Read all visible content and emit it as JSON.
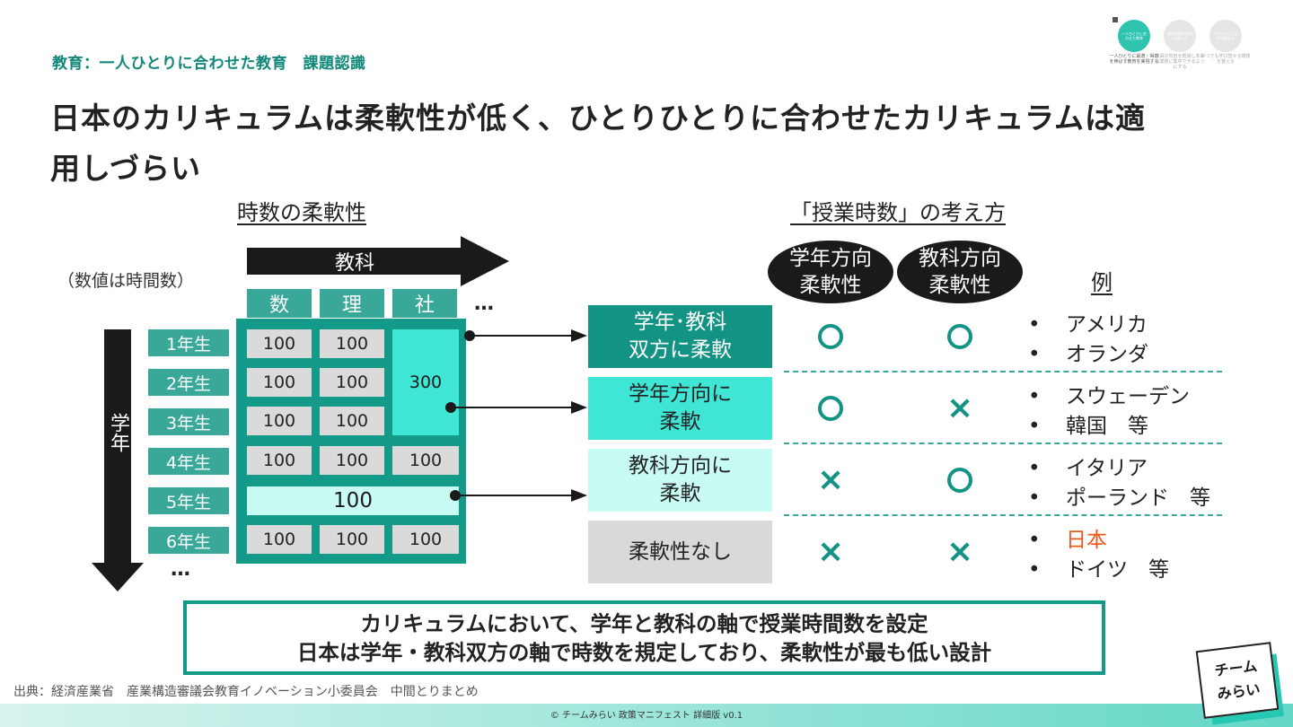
{
  "header": {
    "breadcrumb": "教育：一人ひとりに合わせた教育　課題認識",
    "title": "日本のカリキュラムは柔軟性が低く、ひとりひとりに合わせたカリキュラムは適用しづらい"
  },
  "nav": {
    "items": [
      {
        "label": "一人ひとりに合わせた教育",
        "caption": "一人ひとりに最適・得意を伸ばす教育を実現する",
        "active": true
      },
      {
        "label": "教育現場の負担を減らす",
        "caption": "教員の負担を軽減し本来の業務に集中できるようにする",
        "active": false
      },
      {
        "label": "人生のどこでも学び直せる",
        "caption": "いつでも学び直せる環境を整える",
        "active": false
      }
    ],
    "active_color": "#2ec4b0",
    "inactive_color": "#e6e6e6"
  },
  "left": {
    "heading": "時数の柔軟性",
    "unit_note": "（数値は時間数）",
    "subject_axis": "教科",
    "grade_axis": "学年",
    "subjects": [
      "数",
      "理",
      "社"
    ],
    "subjects_more": "…",
    "grades": [
      "1年生",
      "2年生",
      "3年生",
      "4年生",
      "5年生",
      "6年生"
    ],
    "grades_more": "…",
    "cells": {
      "r1": [
        "100",
        "100"
      ],
      "r2": [
        "100",
        "100"
      ],
      "r3": [
        "100",
        "100"
      ],
      "r4": [
        "100",
        "100",
        "100"
      ],
      "r6": [
        "100",
        "100",
        "100"
      ],
      "merged_social": "300",
      "merged_row5": "100"
    }
  },
  "right": {
    "heading": "「授業時数」の考え方",
    "col_grade_flex": "学年方向\n柔軟性",
    "col_subject_flex": "教科方向\n柔軟性",
    "col_examples": "例",
    "rows": [
      {
        "category": "学年･教科\n双方に柔軟",
        "grade_flex": "○",
        "subject_flex": "○",
        "examples": [
          "アメリカ",
          "オランダ"
        ],
        "color": "#139383"
      },
      {
        "category": "学年方向に\n柔軟",
        "grade_flex": "○",
        "subject_flex": "×",
        "examples": [
          "スウェーデン",
          "韓国　等"
        ],
        "color": "#3fe6d6"
      },
      {
        "category": "教科方向に\n柔軟",
        "grade_flex": "×",
        "subject_flex": "○",
        "examples": [
          "イタリア",
          "ポーランド　等"
        ],
        "color": "#c7fbf4"
      },
      {
        "category": "柔軟性なし",
        "grade_flex": "×",
        "subject_flex": "×",
        "examples": [
          "日本",
          "ドイツ　等"
        ],
        "color": "#d9d9d9"
      }
    ],
    "bullet": "•",
    "highlight_color": "#e85a1e",
    "mark_color": "#139383"
  },
  "summary": {
    "line1": "カリキュラムにおいて、学年と教科の軸で授業時間数を設定",
    "line2": "日本は学年・教科双方の軸で時数を規定しており、柔軟性が最も低い設計"
  },
  "source": "出典：経済産業省　産業構造審議会教育イノベーション小委員会　中間とりまとめ",
  "footer": "© チームみらい 政策マニフェスト 詳細版 v0.1",
  "logo": {
    "line1": "チーム",
    "line2": "みらい"
  }
}
